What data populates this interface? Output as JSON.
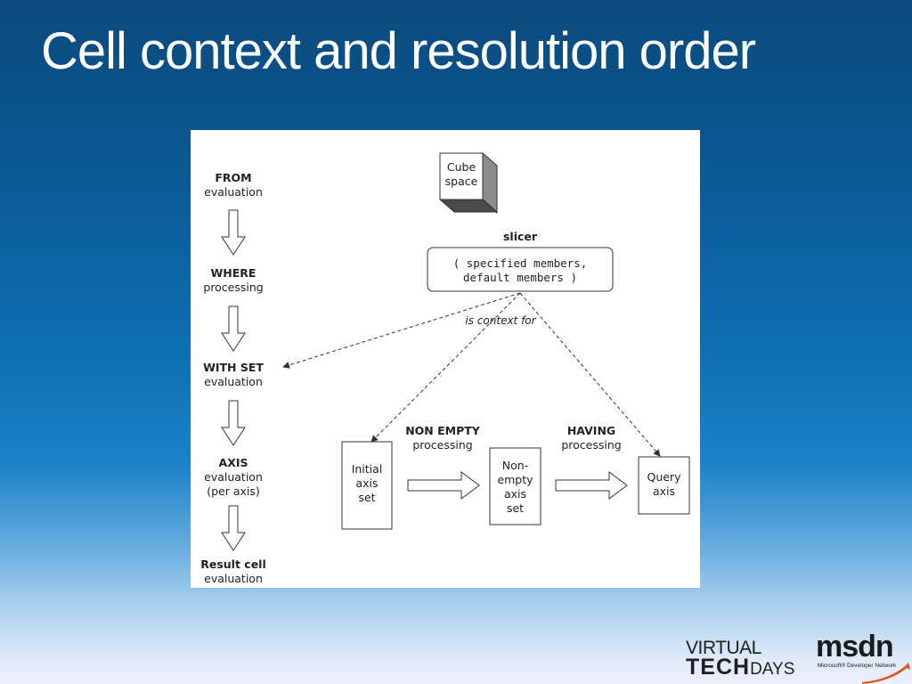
{
  "slide": {
    "title": "Cell context and resolution order"
  },
  "diagram": {
    "pipeline": [
      {
        "title": "FROM",
        "sub": [
          "evaluation"
        ]
      },
      {
        "title": "WHERE",
        "sub": [
          "processing"
        ]
      },
      {
        "title": "WITH SET",
        "sub": [
          "evaluation"
        ]
      },
      {
        "title": "AXIS",
        "sub": [
          "evaluation",
          "(per axis)"
        ]
      },
      {
        "title": "Result cell",
        "sub": [
          "evaluation"
        ]
      }
    ],
    "cube": [
      "Cube",
      "space"
    ],
    "slicer": {
      "label": "slicer",
      "content": [
        "( specified members,",
        "default members )"
      ]
    },
    "context_label": "is context for",
    "boxes": {
      "initial": [
        "Initial",
        "axis",
        "set"
      ],
      "non_empty": [
        "Non-",
        "empty",
        "axis",
        "set"
      ],
      "query": [
        "Query",
        "axis"
      ]
    },
    "steps": {
      "non_empty": {
        "title": "NON EMPTY",
        "sub": "processing"
      },
      "having": {
        "title": "HAVING",
        "sub": "processing"
      }
    }
  },
  "footer": {
    "virtual": {
      "line1": "VIRTUAL",
      "line2a": "TECH",
      "line2b": "DAYS"
    },
    "msdn": {
      "name": "msdn",
      "tagline": "Microsoft® Developer Network"
    }
  }
}
